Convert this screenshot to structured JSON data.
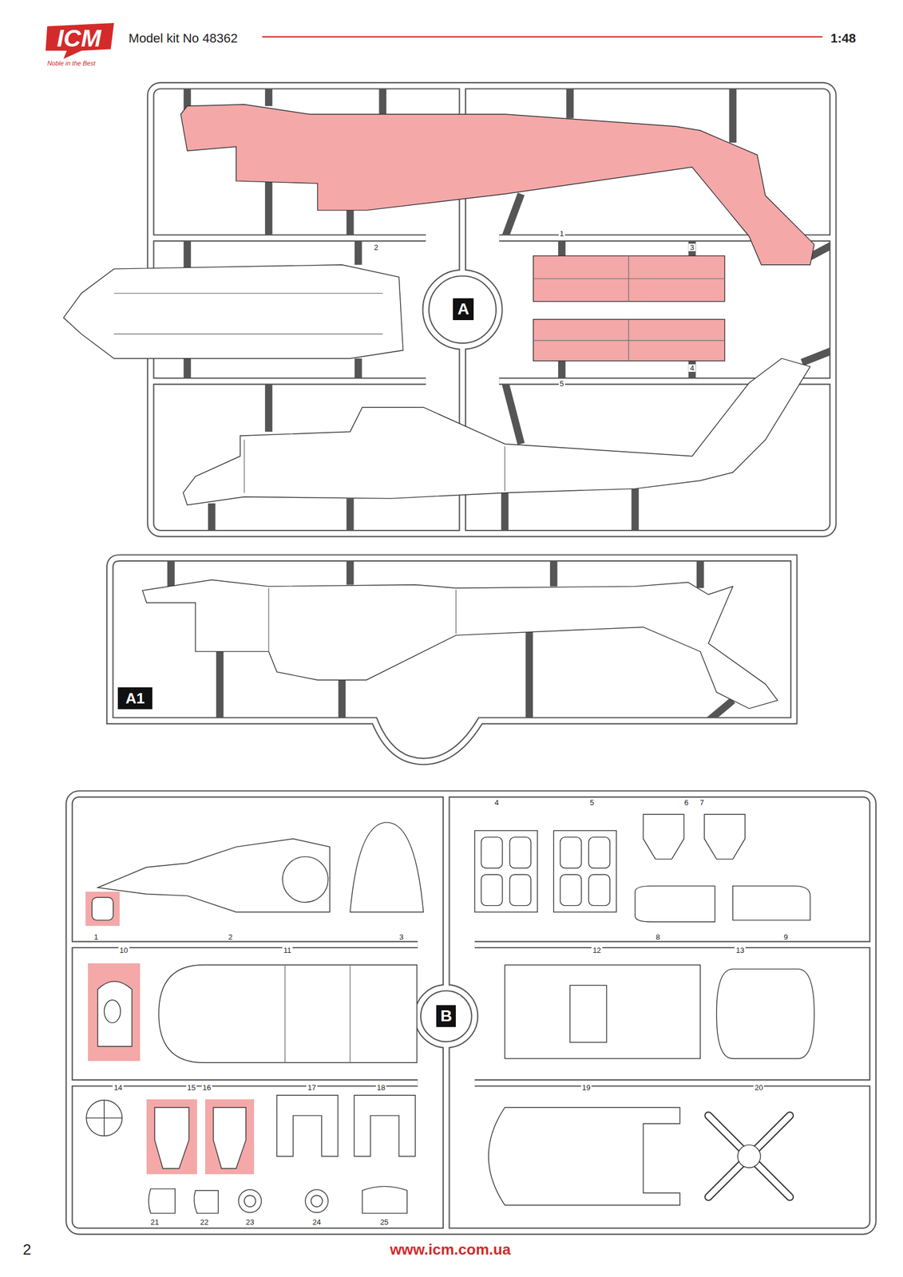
{
  "diagram": {
    "nodes": [
      {
        "text": [
          "A"
        ]
      },
      {
        "text": [
          "A1"
        ]
      },
      {
        "text": [
          "B"
        ]
      }
    ],
    "labels": [
      "ICM",
      "Noble in the Best",
      "Model kit No 48362",
      "1:48",
      "1",
      "2",
      "3",
      "4",
      "5",
      "1",
      "2",
      "3",
      "4",
      "5",
      "6",
      "7",
      "8",
      "9",
      "10",
      "11",
      "12",
      "13",
      "14",
      "15",
      "16",
      "17",
      "18",
      "19",
      "20",
      "21",
      "22",
      "23",
      "24",
      "25",
      "2",
      "www.icm.com.ua"
    ]
  }
}
